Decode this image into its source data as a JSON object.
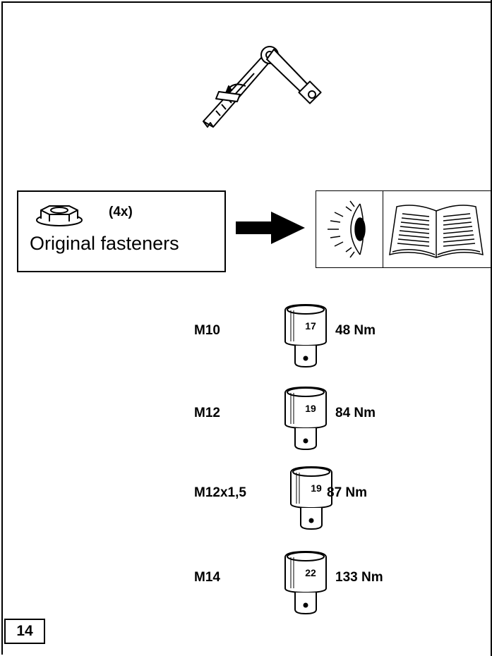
{
  "fasteners": {
    "quantity": "(4x)",
    "label": "Original fasteners",
    "icon": "flange-nut-icon"
  },
  "reference": {
    "icons": [
      "eye-inspect-icon",
      "manual-book-icon"
    ]
  },
  "torque_specs": [
    {
      "thread": "M10",
      "socket": "17",
      "torque": "48 Nm"
    },
    {
      "thread": "M12",
      "socket": "19",
      "torque": "84 Nm"
    },
    {
      "thread": "M12x1,5",
      "socket": "19",
      "torque": "87 Nm"
    },
    {
      "thread": "M14",
      "socket": "22",
      "torque": "133 Nm"
    }
  ],
  "page_number": "14"
}
